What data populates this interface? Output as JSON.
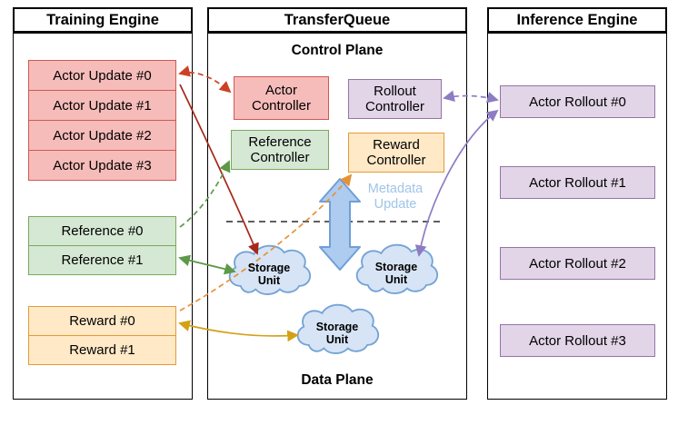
{
  "diagram": {
    "training": {
      "title": "Training Engine",
      "actor_updates": [
        "Actor Update #0",
        "Actor Update #1",
        "Actor Update #2",
        "Actor Update #3"
      ],
      "references": [
        "Reference #0",
        "Reference #1"
      ],
      "rewards": [
        "Reward #0",
        "Reward #1"
      ]
    },
    "transfer_queue": {
      "title": "TransferQueue",
      "control_plane": "Control Plane",
      "data_plane": "Data Plane",
      "actor_controller": "Actor Controller",
      "rollout_controller": "Rollout Controller",
      "reference_controller": "Reference Controller",
      "reward_controller": "Reward Controller",
      "metadata_update": "Metadata Update",
      "storage_unit": "Storage Unit"
    },
    "inference": {
      "title": "Inference Engine",
      "rollouts": [
        "Actor Rollout #0",
        "Actor Rollout #1",
        "Actor Rollout #2",
        "Actor Rollout #3"
      ]
    },
    "colors": {
      "actor_fill": "#f6bcba",
      "actor_stroke": "#cf5952",
      "reference_fill": "#d5e8d4",
      "reference_stroke": "#7aa95c",
      "reward_fill": "#ffe9c7",
      "reward_stroke": "#e59a38",
      "rollout_fill": "#e1d5e7",
      "rollout_stroke": "#9673a6",
      "cloud_fill": "#d6e4f5",
      "cloud_stroke": "#74a3d6",
      "metadata_text": "#9fc5e8",
      "sync_arrow_fill": "#aecbf0",
      "sync_arrow_stroke": "#6f9fd8",
      "arrow_red_dashed": "#cc4125",
      "arrow_red_solid": "#a5281b",
      "arrow_green": "#5d9948",
      "arrow_orange_dashed": "#e69138",
      "arrow_orange_solid": "#d4a017",
      "arrow_purple": "#8e7cc3"
    }
  }
}
